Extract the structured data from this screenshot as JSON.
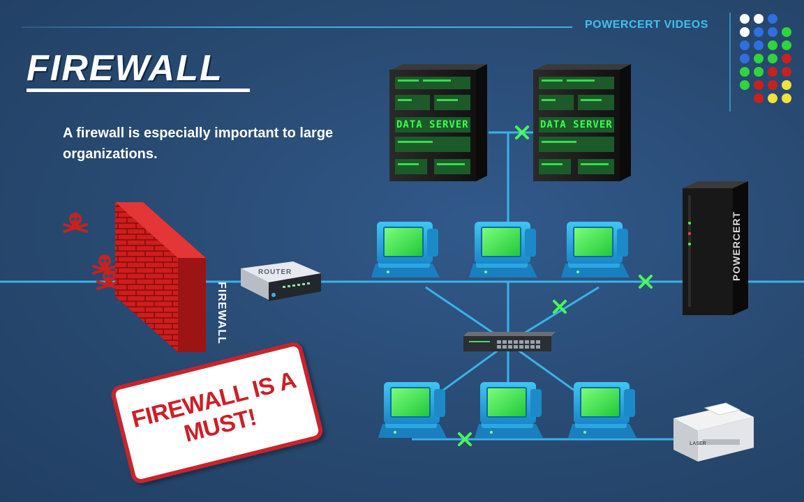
{
  "brand": "POWERCERT VIDEOS",
  "title": "FIREWALL",
  "subtitle": "A firewall is especially important to large organizations.",
  "firewall_label": "FIREWALL",
  "router_label": "ROUTER",
  "server_labels": [
    "DATA SERVER",
    "DATA SERVER"
  ],
  "tower_label": "POWERCERT",
  "printer_label": "LASER",
  "stamp_text": "FIREWALL IS A MUST!",
  "colors": {
    "background": "#2a4f7c",
    "line": "#39b3ea",
    "accent_red": "#cc1f27",
    "screen_green": "#2ee84a",
    "blocked_marker": "#4cff4c"
  },
  "icons": [
    "skull-crossbones-icon",
    "brick-wall-icon",
    "router-icon",
    "server-rack-icon",
    "desktop-computer-icon",
    "network-switch-icon",
    "tower-server-icon",
    "laser-printer-icon",
    "x-marker-icon"
  ]
}
